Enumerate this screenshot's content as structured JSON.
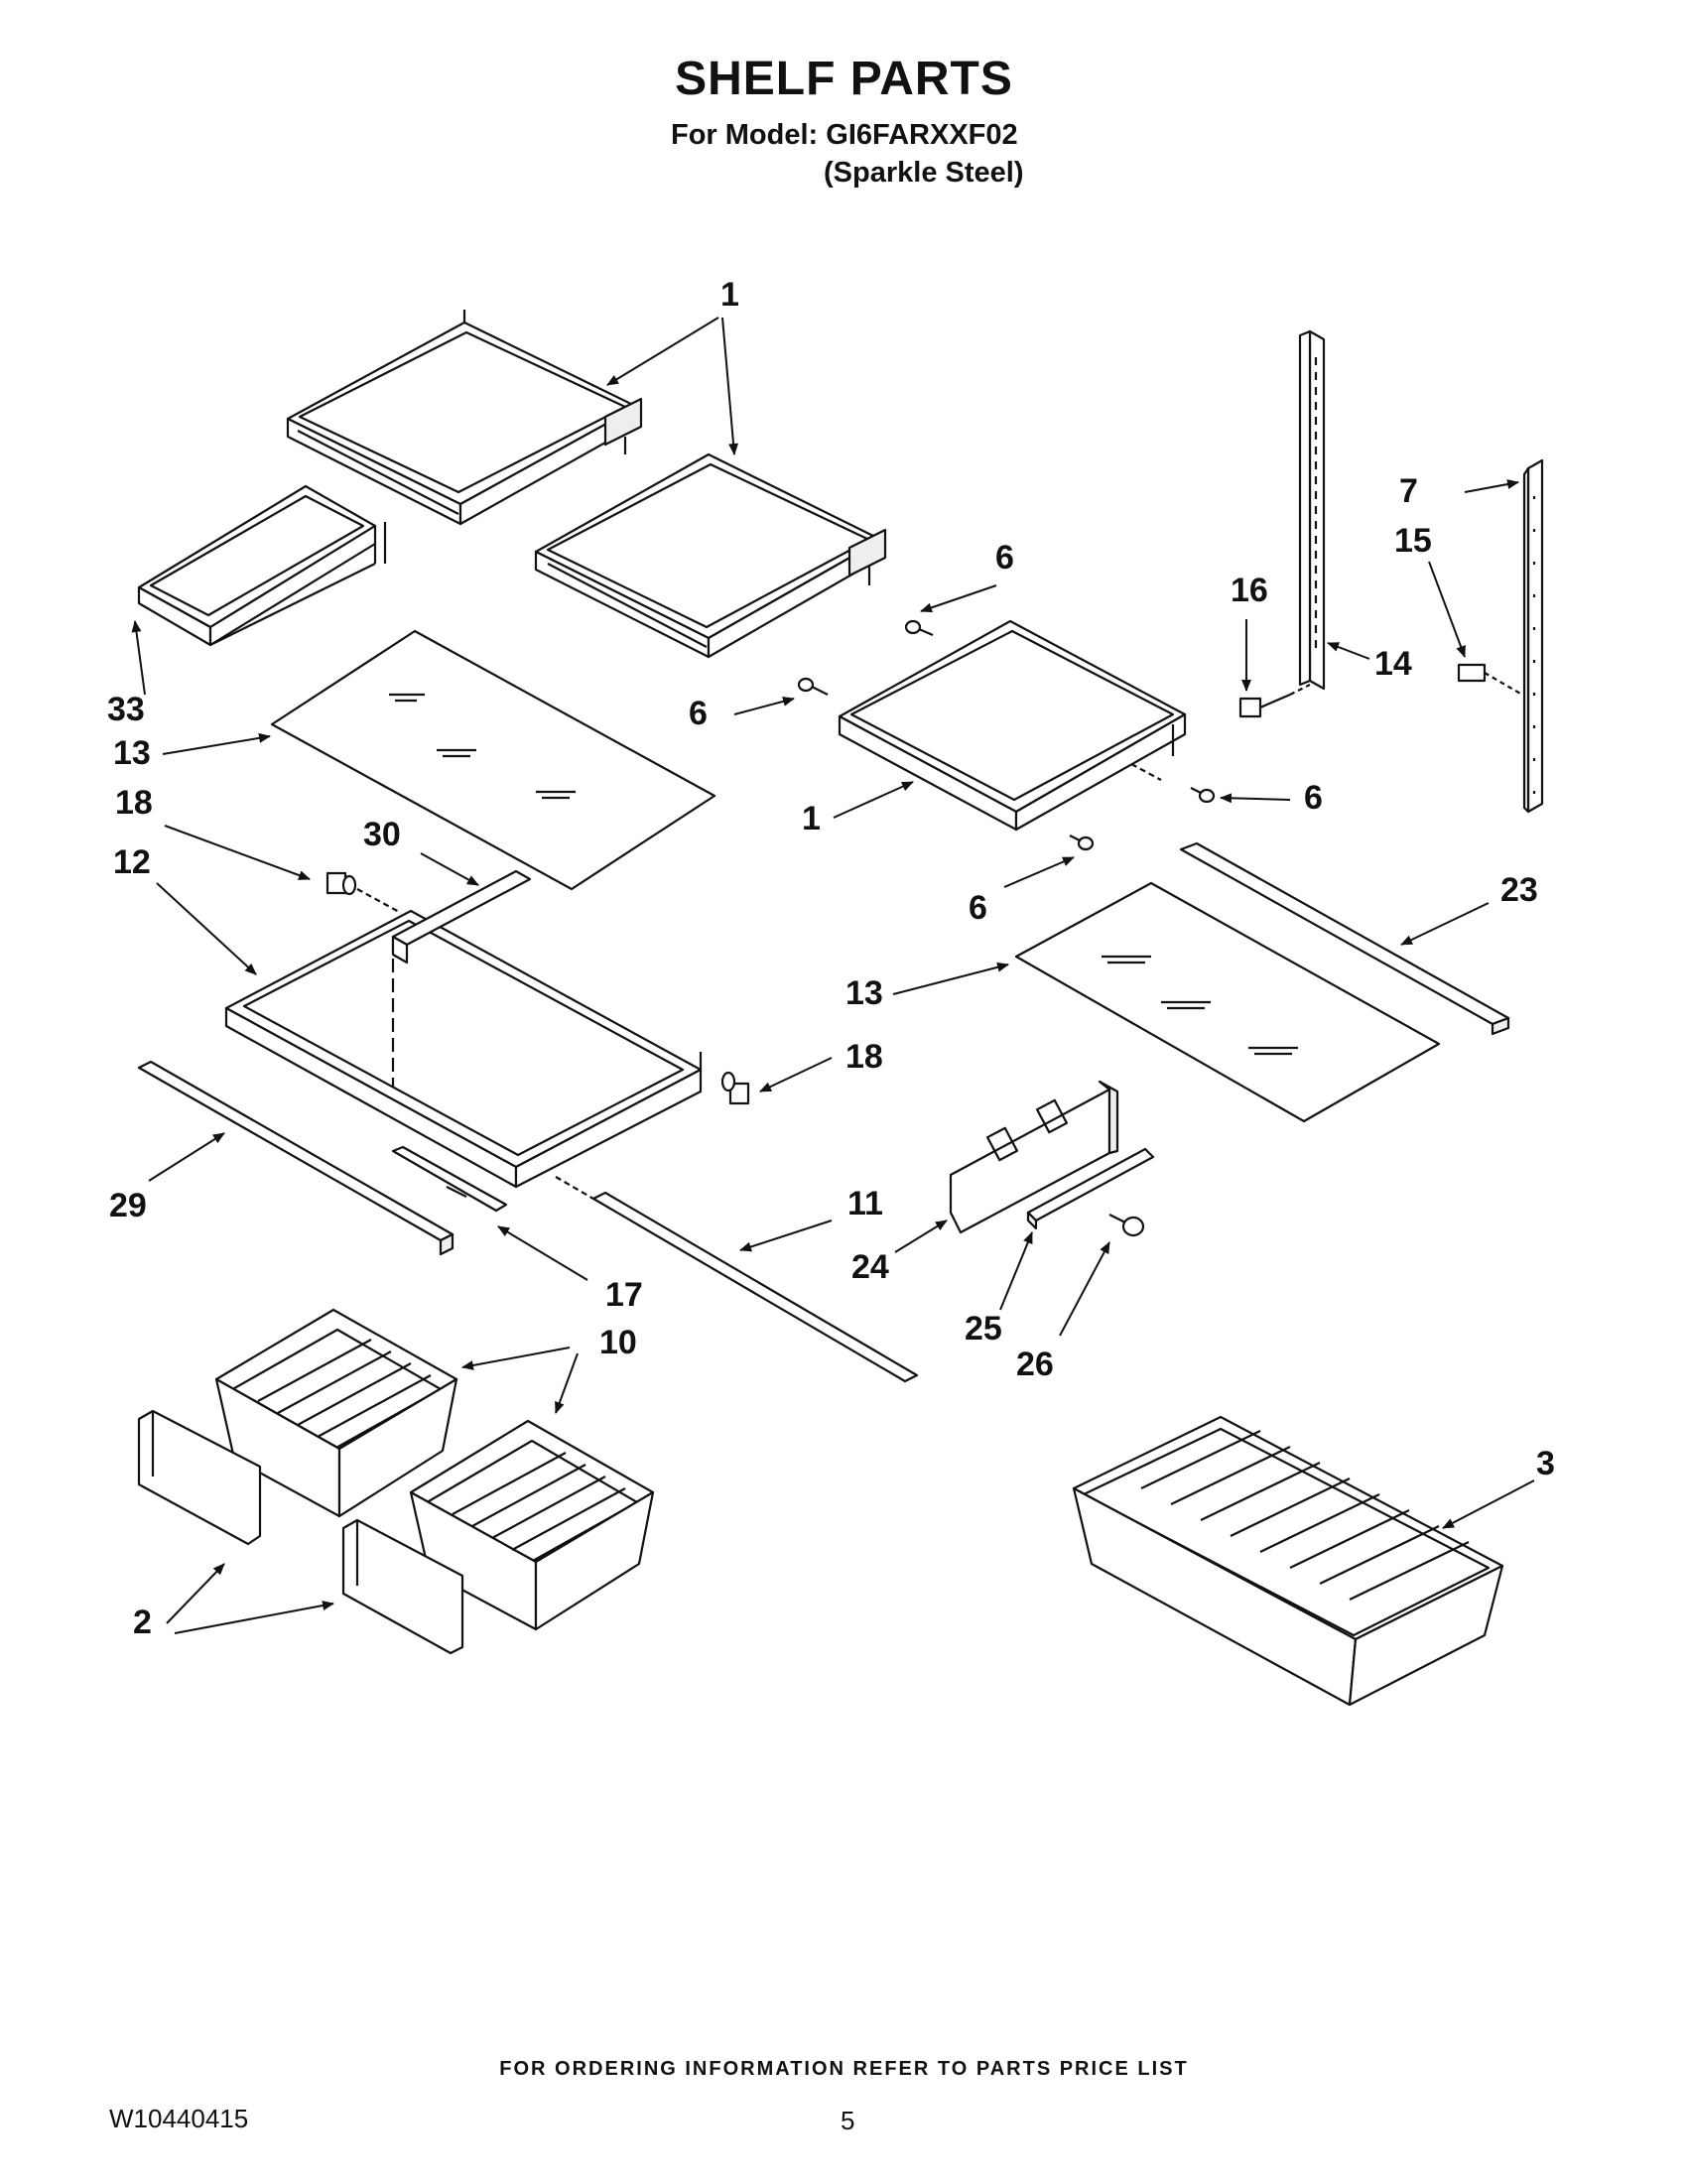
{
  "header": {
    "title": "SHELF PARTS",
    "model_line": "For Model: GI6FARXXF02",
    "color_line": "(Sparkle Steel)"
  },
  "callouts": {
    "c1a": "1",
    "c1b": "1",
    "c33": "33",
    "c13a": "13",
    "c18a": "18",
    "c30": "30",
    "c12": "12",
    "c6a": "6",
    "c6b": "6",
    "c6c": "6",
    "c6d": "6",
    "c7": "7",
    "c15": "15",
    "c16": "16",
    "c14": "14",
    "c23": "23",
    "c13b": "13",
    "c18b": "18",
    "c29": "29",
    "c11": "11",
    "c17": "17",
    "c24": "24",
    "c25": "25",
    "c26": "26",
    "c10": "10",
    "c3": "3",
    "c2": "2"
  },
  "footer": {
    "note": "FOR ORDERING INFORMATION REFER TO PARTS PRICE LIST",
    "doc_number": "W10440415",
    "page_number": "5"
  }
}
